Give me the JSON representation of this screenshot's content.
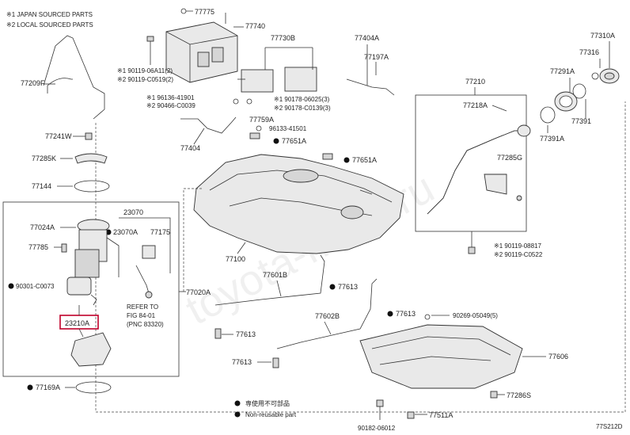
{
  "notes": {
    "japan": "※1 JAPAN SOURCED PARTS",
    "local": "※2 LOCAL SOURCED PARTS"
  },
  "legend": {
    "see_image": "専使用不可部品",
    "non_reusable": "Non-reusable part"
  },
  "refer_note": [
    "REFER TO",
    "FIG 84-01",
    "(PNC 83320)"
  ],
  "diagram_code": "77S212D",
  "watermark": "toyota-mine.ru",
  "labels": {
    "p77775": "77775",
    "p77740": "77740",
    "p77730B": "77730B",
    "p77404A": "77404A",
    "p77197A": "77197A",
    "p77310A": "77310A",
    "p77316": "77316",
    "p77209F": "77209F",
    "p90119_a": "※1 90119-06A11(2)",
    "p90119_b": "※2 90119-C0519(2)",
    "p96136": "※1 96136-41901",
    "p90466": "※2 90466-C0039",
    "p90178_a": "※1 90178-06025(3)",
    "p90178_b": "※2 90178-C0139(3)",
    "p77759A": "77759A",
    "p96133": "96133-41501",
    "p77651A_1": "77651A",
    "p77210": "77210",
    "p77218A": "77218A",
    "p77291A": "77291A",
    "p77391": "77391",
    "p77391A": "77391A",
    "p77241W": "77241W",
    "p77404": "77404",
    "p77285K": "77285K",
    "p77651A_2": "77651A",
    "p77285G": "77285G",
    "p77144": "77144",
    "p23070": "23070",
    "p77024A": "77024A",
    "p23070A": "23070A",
    "p77175": "77175",
    "p77785": "77785",
    "p77100": "77100",
    "p90119_c": "※1 90119-08817",
    "p90119_d": "※2 90119-C0522",
    "p90301": "90301-C0073",
    "p77601B": "77601B",
    "p77613_1": "77613",
    "p77020A": "77020A",
    "p23210A": "23210A",
    "p77602B": "77602B",
    "p77613_2": "77613",
    "p90269": "90269-05049(5)",
    "p77613_3": "77613",
    "p77613_4": "77613",
    "p77606": "77606",
    "p77169A": "77169A",
    "p77286S": "77286S",
    "p77511A": "77511A",
    "p90182": "90182-06012"
  },
  "highlighted_part": "23210A",
  "highlight_color": "#c0002a"
}
